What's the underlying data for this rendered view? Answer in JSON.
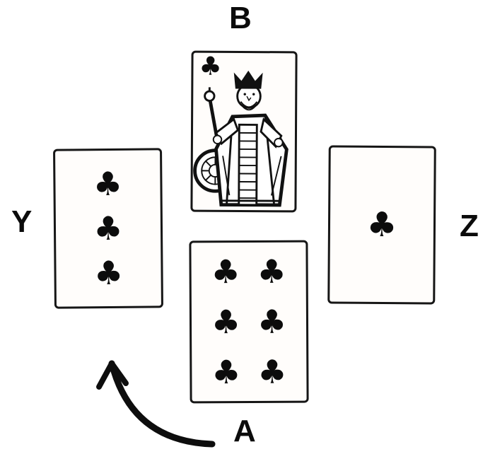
{
  "labels": {
    "top": "B",
    "left": "Y",
    "right": "Z",
    "bottom": "A"
  },
  "suit_symbol": "♣",
  "cards": [
    {
      "id": "B",
      "card": "King of Clubs",
      "rank": "K",
      "suit": "clubs",
      "court": "king",
      "pips": 0,
      "position": "top"
    },
    {
      "id": "Y",
      "card": "Three of Clubs",
      "rank": "3",
      "suit": "clubs",
      "pips": 3,
      "position": "left"
    },
    {
      "id": "Z",
      "card": "Ace of Clubs",
      "rank": "A",
      "suit": "clubs",
      "pips": 1,
      "position": "right"
    },
    {
      "id": "A",
      "card": "Six of Clubs",
      "rank": "6",
      "suit": "clubs",
      "pips": 6,
      "position": "bottom"
    }
  ],
  "arrow": {
    "type": "curved-arrow",
    "from": "near-label-A",
    "toward": "card-Y"
  },
  "ink_color": "#0d0d0d"
}
